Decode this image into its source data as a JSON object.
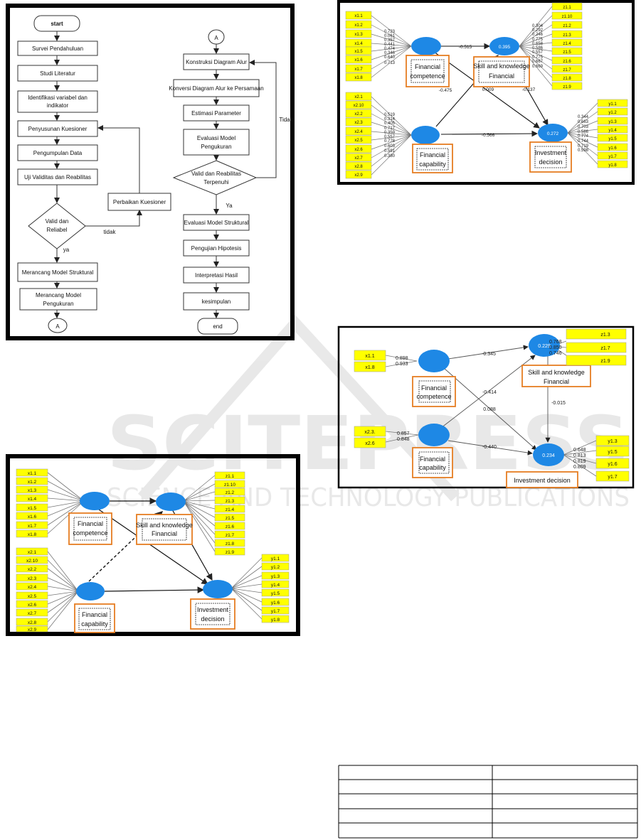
{
  "flowchart": {
    "left": [
      "start",
      "Survei Pendahuluan",
      "Studi Literatur",
      "Identifikasi variabel dan",
      "indikator",
      "Penyusunan Kuesioner",
      "Pengumpulan Data",
      "Uji Validitas dan Reabilitas",
      "Valid dan",
      "Reliabel",
      "tidak",
      "ya",
      "Merancang Model Struktural",
      "Merancang Model",
      "Pengukuran",
      "A",
      "Perbaikan Kuesioner"
    ],
    "right": [
      "A",
      "Konstruksi Diagram Alur",
      "Konversi Diagram Alur ke Persamaan",
      "Estimasi Parameter",
      "Evaluasi Model",
      "Pengukuran",
      "Valid dan Reabilitas",
      "Terpenuhi",
      "Tidak",
      "Ya",
      "Evaluasi Model Struktural",
      "Pengujian Hipotesis",
      "Interpretasi Hasil",
      "kesimpulan",
      "end"
    ]
  },
  "model1": {
    "x1": [
      "x1.1",
      "x1.2",
      "x1.3",
      "x1.4",
      "x1.5",
      "x1.6",
      "x1.7",
      "x1.8"
    ],
    "x2": [
      "x2.1",
      "x2.10",
      "x2.2",
      "x2.3",
      "x2.4",
      "x2.5",
      "x2.6",
      "x2.7",
      "x2.8",
      "x2.9"
    ],
    "z": [
      "z1.1",
      "z1.10",
      "z1.2",
      "z1.3",
      "z1.4",
      "z1.5",
      "z1.6",
      "z1.7",
      "z1.8",
      "z1.9"
    ],
    "y": [
      "y1.1",
      "y1.2",
      "y1.3",
      "y1.4",
      "y1.5",
      "y1.6",
      "y1.7",
      "y1.8"
    ],
    "constructs": [
      "Financial",
      "competence",
      "Skill and knowledge",
      "Financial",
      "Financial",
      "capability",
      "Investment",
      "decision"
    ]
  },
  "model2": {
    "x1": [
      "x1.1",
      "x1.2",
      "x1.3",
      "x1.4",
      "x1.5",
      "x1.6",
      "x1.7",
      "x1.8"
    ],
    "x1_loadings": [
      "0.723",
      "0.061",
      "0.357",
      "0.441",
      "0.474",
      "0.346",
      "0.640",
      "0.713"
    ],
    "x2": [
      "x2.1",
      "x2.10",
      "x2.2",
      "x2.3",
      "x2.4",
      "x2.5",
      "x2.6",
      "x2.7",
      "x2.8",
      "x2.9"
    ],
    "x2_loadings": [
      "0.519",
      "0.314",
      "0.405",
      "0.717",
      "0.359",
      "0.557",
      "0.778",
      "0.603",
      "0.591",
      "0.380"
    ],
    "z": [
      "z1.1",
      "z1.10",
      "z1.2",
      "z1.3",
      "z1.4",
      "z1.5",
      "z1.6",
      "z1.7",
      "z1.8",
      "z1.9"
    ],
    "z_loadings": [
      "0.304",
      "0.292",
      "0.246",
      "0.775",
      "0.658",
      "0.586",
      "0.557",
      "0.775",
      "0.667",
      "0.669"
    ],
    "y": [
      "y1.1",
      "y1.2",
      "y1.3",
      "y1.4",
      "y1.5",
      "y1.6",
      "y1.7",
      "y1.8"
    ],
    "y_loadings": [
      "0.344",
      "0.663",
      "0.703",
      "0.586",
      "0.774",
      "0.744",
      "0.719",
      "0.598"
    ],
    "r2_z": "0.395",
    "r2_y": "0.272",
    "paths": [
      "-0.515",
      "-0.475",
      "0.009",
      "-0.137",
      "-0.566"
    ],
    "constructs": [
      "Financial",
      "competence",
      "Skill and knowledge",
      "Financial",
      "Financial",
      "capability",
      "Investment",
      "decision"
    ]
  },
  "model3": {
    "x1": [
      "x1.1",
      "x1.8"
    ],
    "x1_loadings": [
      "0.898",
      "0.933"
    ],
    "x2": [
      "x2.3.",
      "x2.6"
    ],
    "x2_loadings": [
      "0.857",
      "0.848"
    ],
    "z": [
      "z1.3",
      "z1.7",
      "z1.9"
    ],
    "z_loadings": [
      "0.768",
      "0.850",
      "0.746"
    ],
    "y": [
      "y1.3",
      "y1.5",
      "y1.6",
      "y1.7"
    ],
    "y_loadings": [
      "0.648",
      "0.813",
      "0.819",
      "0.809"
    ],
    "r2_z": "0.229",
    "r2_y": "0.234",
    "paths": [
      "-0.345",
      "-0.414",
      "0.088",
      "-0.015",
      "-0.440"
    ],
    "constructs": [
      "Financial",
      "competence",
      "Skill and knowledge",
      "Financial",
      "Financial",
      "capability",
      "Investment decision"
    ]
  },
  "watermark": [
    "SCITEPRESS",
    "SCIENCE AND TECHNOLOGY PUBLICATIONS"
  ]
}
